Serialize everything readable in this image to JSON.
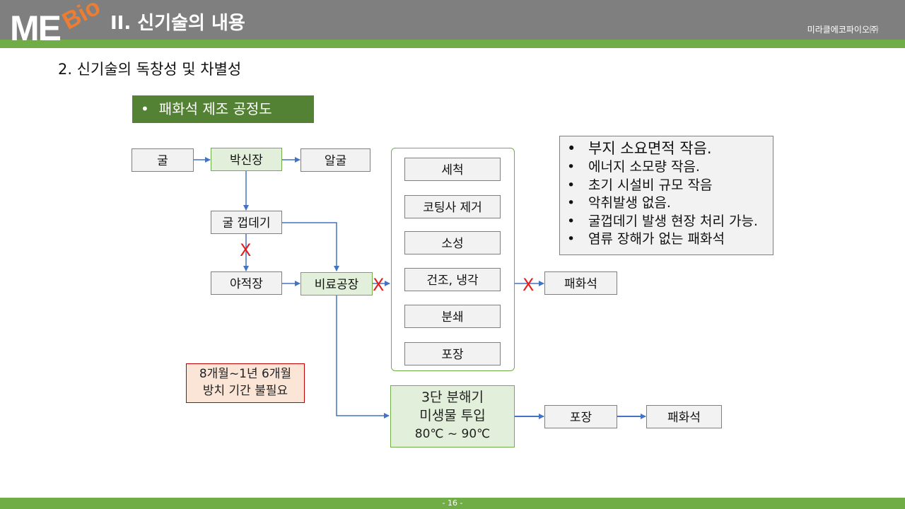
{
  "header": {
    "logo_me": "ME",
    "logo_bio": "Bio",
    "section_title": "II. 신기술의 내용",
    "company": "미라클에코파이오㈜"
  },
  "subtitle": "2. 신기술의 독창성 및 차별성",
  "banner": {
    "bullet": "•",
    "text": "패화석 제조 공정도"
  },
  "flow": {
    "oyster": "굴",
    "shucking": "박신장",
    "shucked_oyster": "알굴",
    "oyster_shell": "굴 껍데기",
    "open_yard": "야적장",
    "fertilizer_plant": "비료공장",
    "process_steps": [
      "세척",
      "코팅사 제거",
      "소성",
      "건조, 냉각",
      "분쇄",
      "포장"
    ],
    "product_top": "패화석",
    "note_lines": [
      "8개월~1년 6개월",
      "방치 기간 불필요"
    ],
    "digester_lines": [
      "3단 분해기",
      "미생물 투입",
      "80℃ ~ 90℃"
    ],
    "packing": "포장",
    "product_bottom": "패화석",
    "x_mark": "X"
  },
  "info": {
    "bullet": "•",
    "items": [
      "부지 소요면적 작음.",
      "에너지 소모량 작음.",
      "초기 시설비 규모 작음",
      "악취발생 없음.",
      "굴껍데기 발생 현장 처리 가능.",
      "염류 장해가 없는 패화석"
    ]
  },
  "footer": {
    "page": "- 16 -"
  },
  "colors": {
    "header_gray": "#7f7f7f",
    "accent_green": "#70ad47",
    "banner_green": "#548235",
    "arrow_blue": "#4472c4",
    "x_red": "#e02020",
    "logo_orange": "#ed7d31"
  }
}
